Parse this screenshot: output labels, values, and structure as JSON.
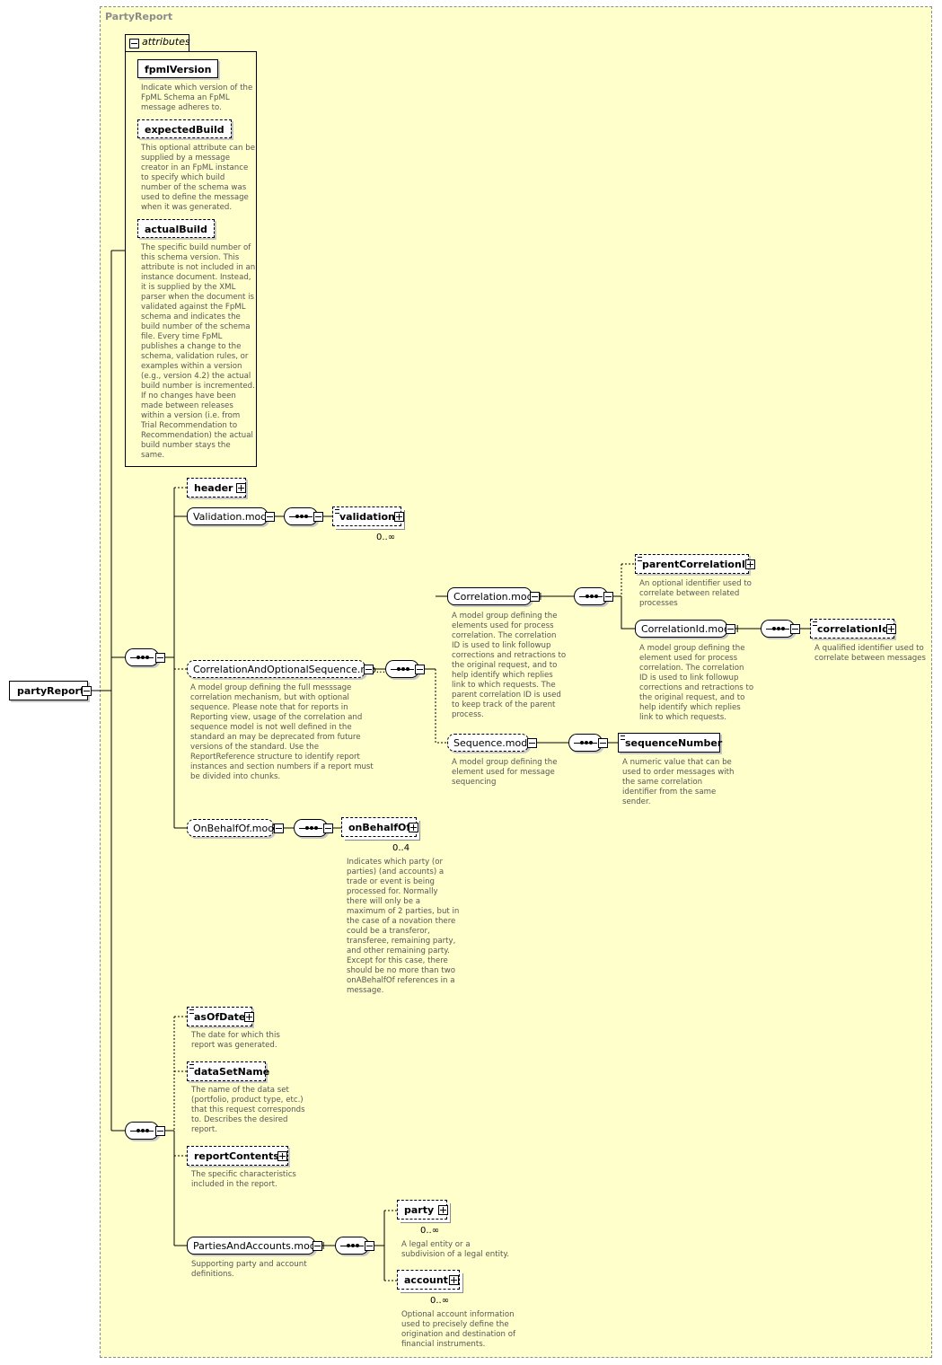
{
  "diagram": {
    "frame_title": "PartyReport",
    "root": {
      "name": "partyReport"
    },
    "attributes": {
      "label": "attributes",
      "items": [
        {
          "name": "fpmlVersion",
          "doc": [
            "Indicate which version of the",
            "FpML Schema an FpML",
            "message adheres to."
          ]
        },
        {
          "name": "expectedBuild",
          "doc": [
            "This optional attribute can be",
            "supplied by a message",
            "creator in an FpML instance",
            "to specify which build",
            "number of the schema was",
            "used to define the message",
            "when it was generated."
          ]
        },
        {
          "name": "actualBuild",
          "doc": [
            "The specific build number of",
            "this schema version. This",
            "attribute is not included in an",
            "instance document. Instead,",
            "it is supplied by the XML",
            "parser when the document is",
            "validated against the FpML",
            "schema and indicates the",
            "build number of the schema",
            "file. Every time FpML",
            "publishes a change to the",
            "schema, validation rules, or",
            "examples within a version",
            "(e.g., version 4.2) the actual",
            "build number is incremented.",
            "If no changes have been",
            "made between releases",
            "within a version (i.e. from",
            "Trial Recommendation to",
            "Recommendation) the actual",
            "build number stays the",
            "same."
          ]
        }
      ]
    },
    "header": {
      "name": "header"
    },
    "validation_model": {
      "name": "Validation.model"
    },
    "validation": {
      "name": "validation",
      "card": "0..∞"
    },
    "corr_opt_seq": {
      "name": "CorrelationAndOptionalSequence.mo...",
      "doc": [
        "A model group defining the full messsage",
        "correlation mechanism, but with optional",
        "sequence. Please note that for reports in",
        "Reporting view, usage of the correlation and",
        "sequence model is not well defined in the",
        "standard an may be deprecated from future",
        "versions of the standard. Use the",
        "ReportReference structure to identify report",
        "instances and section numbers if a report must",
        "be divided into chunks."
      ]
    },
    "correlation_model": {
      "name": "Correlation.model",
      "doc": [
        "A model group defining the",
        "elements used for process",
        "correlation. The correlation",
        "ID is used to link followup",
        "corrections and retractions to",
        "the original request, and to",
        "help identify which replies",
        "link to which requests. The",
        "parent correlation ID is used",
        "to keep track of the parent",
        "process."
      ]
    },
    "parent_correlation_id": {
      "name": "parentCorrelationId",
      "doc": [
        "An optional identifier used to",
        "correlate between related",
        "processes"
      ]
    },
    "correlation_id_model": {
      "name": "CorrelationId.model",
      "doc": [
        "A model group defining the",
        "element used for process",
        "correlation. The correlation",
        "ID is used to link followup",
        "corrections and retractions to",
        "the original request, and to",
        "help identify which replies",
        "link to which requests."
      ]
    },
    "correlation_id": {
      "name": "correlationId",
      "doc": [
        "A qualified identifier used to",
        "correlate between messages"
      ]
    },
    "sequence_model": {
      "name": "Sequence.model",
      "doc": [
        "A model group defining the",
        "element used for message",
        "sequencing"
      ]
    },
    "sequence_number": {
      "name": "sequenceNumber",
      "doc": [
        "A numeric value that can be",
        "used to order messages with",
        "the same correlation",
        "identifier from the same",
        "sender."
      ]
    },
    "on_behalf_of_model": {
      "name": "OnBehalfOf.model"
    },
    "on_behalf_of": {
      "name": "onBehalfOf",
      "card": "0..4",
      "doc": [
        "Indicates which party (or",
        "parties) (and accounts) a",
        "trade or event is being",
        "processed for. Normally",
        "there will only be a",
        "maximum of 2 parties, but in",
        "the case of a novation there",
        "could be a transferor,",
        "transferee, remaining party,",
        "and other remaining party.",
        "Except for this case, there",
        "should be no more than two",
        "onABehalfOf references in a",
        "message."
      ]
    },
    "as_of_date": {
      "name": "asOfDate",
      "doc": [
        "The date for which this",
        "report was generated."
      ]
    },
    "data_set_name": {
      "name": "dataSetName",
      "doc": [
        "The name of the data set",
        "(portfolio, product type, etc.)",
        "that this request corresponds",
        "to. Describes the desired",
        "report."
      ]
    },
    "report_contents": {
      "name": "reportContents",
      "doc": [
        "The specific characteristics",
        "included in the report."
      ]
    },
    "parties_accounts_model": {
      "name": "PartiesAndAccounts.model",
      "doc": [
        "Supporting party and account",
        "definitions."
      ]
    },
    "party": {
      "name": "party",
      "card": "0..∞",
      "doc": [
        "A legal entity or a",
        "subdivision of a legal entity."
      ]
    },
    "account": {
      "name": "account",
      "card": "0..∞",
      "doc": [
        "Optional account information",
        "used to precisely define the",
        "origination and destination of",
        "financial instruments."
      ]
    }
  }
}
